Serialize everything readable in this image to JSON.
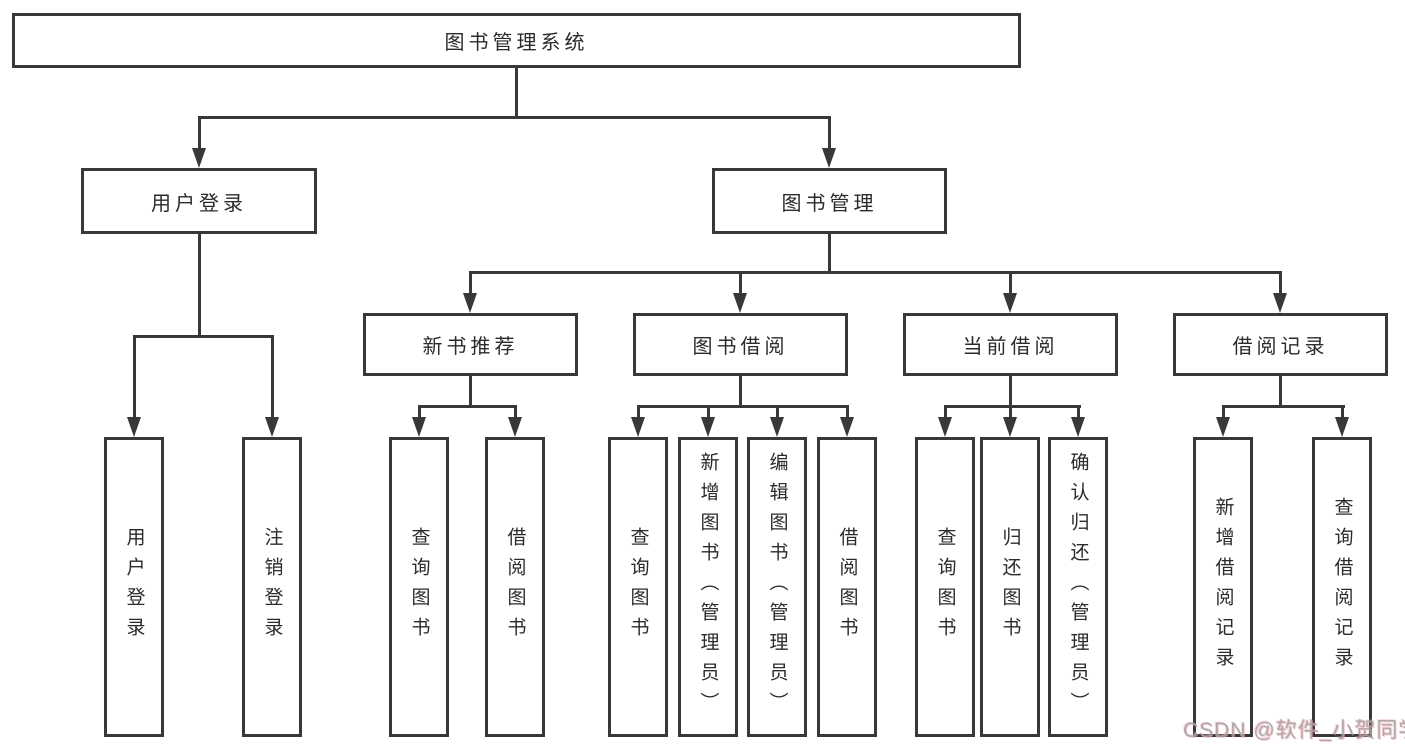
{
  "diagram": {
    "nodes": {
      "root": {
        "label": "图书管理系统"
      },
      "user_login": {
        "label": "用户登录"
      },
      "book_management": {
        "label": "图书管理"
      },
      "new_book_recommend": {
        "label": "新书推荐"
      },
      "book_borrow": {
        "label": "图书借阅"
      },
      "current_borrow": {
        "label": "当前借阅"
      },
      "borrow_records": {
        "label": "借阅记录"
      },
      "leaf_user_login": {
        "label": "用户登录"
      },
      "leaf_logout": {
        "label": "注销登录"
      },
      "nb_query_book": {
        "label": "查询图书"
      },
      "nb_borrow_book": {
        "label": "借阅图书"
      },
      "bb_query_book": {
        "label": "查询图书"
      },
      "bb_add_book_admin": {
        "label": "新增图书（管理员）"
      },
      "bb_edit_book_admin": {
        "label": "编辑图书（管理员）"
      },
      "bb_borrow_book": {
        "label": "借阅图书"
      },
      "cb_query_book": {
        "label": "查询图书"
      },
      "cb_return_book": {
        "label": "归还图书"
      },
      "cb_confirm_return_admin": {
        "label": "确认归还（管理员）"
      },
      "br_add_record": {
        "label": "新增借阅记录"
      },
      "br_query_record": {
        "label": "查询借阅记录"
      }
    },
    "structure": {
      "图书管理系统": {
        "用户登录": [
          "用户登录",
          "注销登录"
        ],
        "图书管理": {
          "新书推荐": [
            "查询图书",
            "借阅图书"
          ],
          "图书借阅": [
            "查询图书",
            "新增图书（管理员）",
            "编辑图书（管理员）",
            "借阅图书"
          ],
          "当前借阅": [
            "查询图书",
            "归还图书",
            "确认归还（管理员）"
          ],
          "借阅记录": [
            "新增借阅记录",
            "查询借阅记录"
          ]
        }
      }
    }
  },
  "watermark": {
    "text": "CSDN @软件_小贺同学"
  },
  "colors": {
    "line": "#383838",
    "text": "#2b2b2b",
    "background": "#ffffff",
    "watermark_gray": "#a6a2a2",
    "watermark_pink": "#f6aab9"
  }
}
